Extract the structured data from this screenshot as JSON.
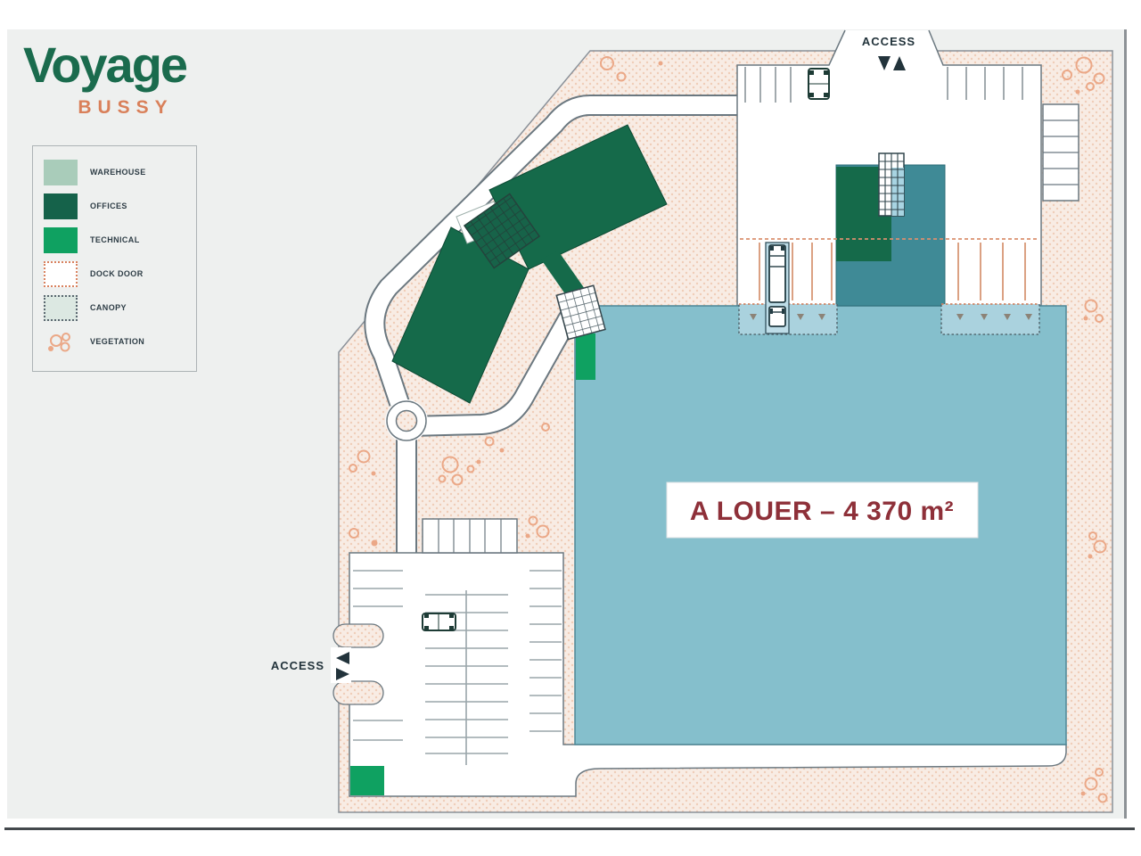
{
  "brand": {
    "name": "Voyage",
    "location": "BUSSY",
    "name_color": "#1a6b4d",
    "location_color": "#d9805a"
  },
  "legend": {
    "items": [
      {
        "label": "WAREHOUSE",
        "color": "#a9ccba"
      },
      {
        "label": "OFFICES",
        "color": "#15624a"
      },
      {
        "label": "TECHNICAL",
        "color": "#0fa161"
      },
      {
        "label": "DOCK DOOR",
        "color": "#ffffff",
        "border_color": "#d9825f",
        "border_style": "dotted"
      },
      {
        "label": "CANOPY",
        "color": "#dce8e2",
        "border_color": "#5b6770",
        "border_style": "dotted"
      },
      {
        "label": "VEGETATION",
        "color": "#ffffff",
        "motif": "orange-circles"
      }
    ]
  },
  "plan": {
    "available_label": "A LOUER – 4 370 m²",
    "available_label_color": "#8e3039",
    "access_top_label": "ACCESS",
    "access_left_label": "ACCESS",
    "colors": {
      "available_area": "#85bfcc",
      "offices": "#156a4a",
      "technical": "#0fa161",
      "canopy_roof": "#3f8a96",
      "dock_canopy": "#aad2de",
      "vegetation": "#eba887",
      "site_ground": "#f8ece4",
      "road": "#ffffff",
      "outline": "#6b7880"
    }
  }
}
